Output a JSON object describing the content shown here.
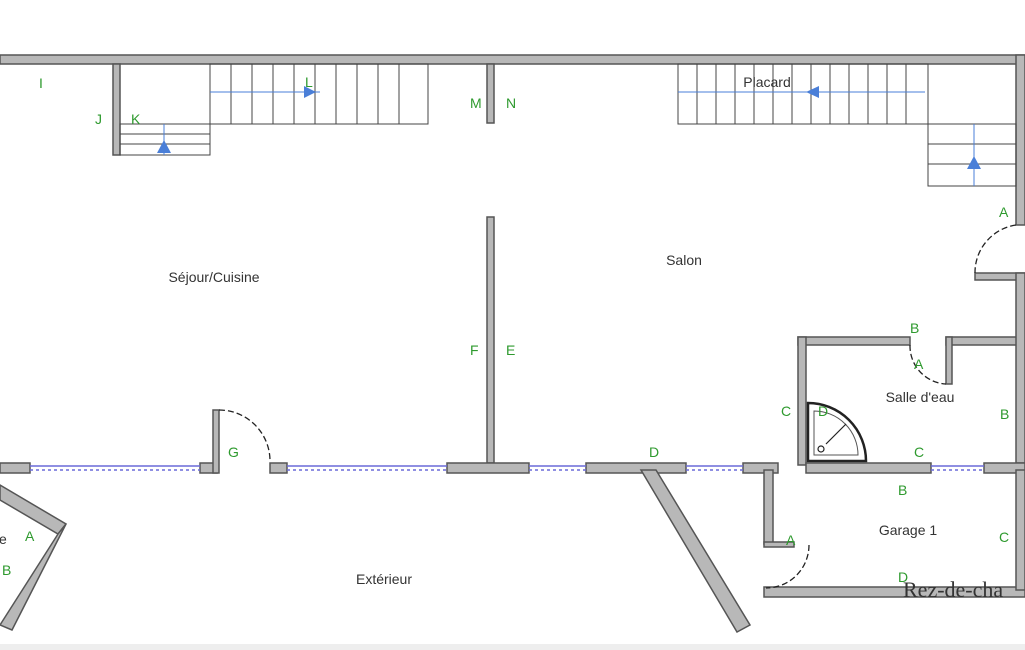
{
  "plan": {
    "level_title": "Rez-de-cha",
    "rooms": {
      "sejour": "Séjour/Cuisine",
      "salon": "Salon",
      "salle_eau": "Salle d'eau",
      "garage": "Garage 1",
      "exterieur": "Extérieur",
      "placard": "Placard",
      "partial_left": "e"
    },
    "wall_letters": {
      "i": "I",
      "j": "J",
      "k": "K",
      "l": "L",
      "m": "M",
      "n": "N",
      "f": "F",
      "e": "E",
      "g": "G",
      "d": "D",
      "a_salon": "A",
      "b_salle": "B",
      "a_salle": "A",
      "b_salle_right": "B",
      "c_salle_left": "C",
      "d_salle": "D",
      "c_salle_bottom": "C",
      "b_garage": "B",
      "c_garage": "C",
      "a_garage": "A",
      "d_garage": "D",
      "a_left": "A",
      "b_left": "B"
    }
  },
  "colors": {
    "wall_fill": "#b8b8b8",
    "wall_stroke": "#555555",
    "window": "#6a6ad8",
    "stair_arrow": "#4a7fd8",
    "letter_green": "#2e9a2e"
  }
}
